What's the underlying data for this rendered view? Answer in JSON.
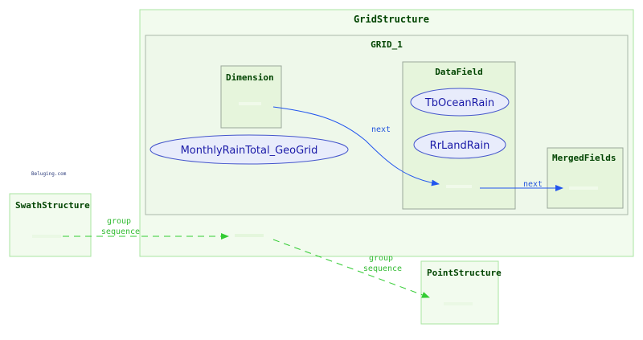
{
  "watermark": "Beluging.com",
  "grid_structure": {
    "title": "GridStructure",
    "grid": {
      "title": "GRID_1",
      "dimension": {
        "title": "Dimension"
      },
      "datafield": {
        "title": "DataField",
        "fields": [
          "TbOceanRain",
          "RrLandRain"
        ]
      },
      "merged_fields": {
        "title": "MergedFields"
      },
      "monthly_field": "MonthlyRainTotal_GeoGrid"
    }
  },
  "swath_structure": {
    "title": "SwathStructure"
  },
  "point_structure": {
    "title": "PointStructure"
  },
  "edges": {
    "dimension_to_datafield": "next",
    "datafield_to_merged": "next",
    "swath_to_grid": [
      "group",
      "sequence"
    ],
    "grid_to_point": [
      "group",
      "sequence"
    ]
  },
  "colors": {
    "cluster_fill": "#f2fbee",
    "cluster_border": "#a8e6a0",
    "grid_fill": "#eef8ea",
    "grid_border": "#aab8aa",
    "box_fill": "#e6f5dc",
    "box_border": "#9aa89a",
    "ellipse_fill": "#e8ecfb",
    "ellipse_border": "#4455cc",
    "blue_edge": "#2255ee",
    "green_edge": "#33cc33",
    "title_text": "#004400"
  }
}
